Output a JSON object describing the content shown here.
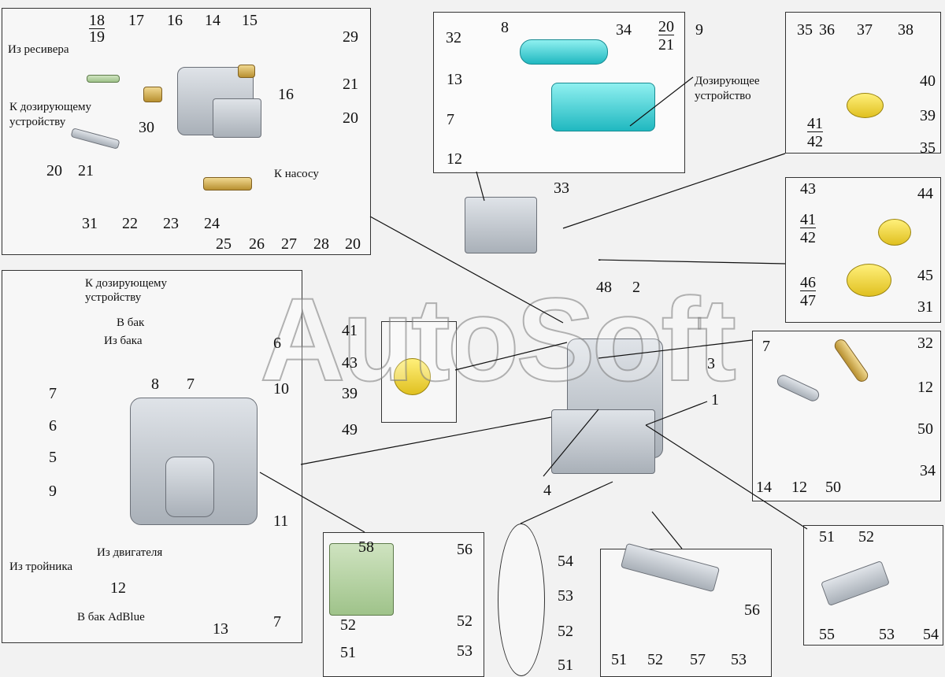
{
  "watermark": "AutoSoft",
  "panel_receiver": {
    "labels": [
      "18",
      "19",
      "17",
      "16",
      "14",
      "15",
      "29",
      "16",
      "21",
      "20",
      "30",
      "20",
      "21",
      "31",
      "22",
      "23",
      "24",
      "25",
      "26",
      "27",
      "28",
      "20"
    ],
    "from_receiver": "Из ресивера",
    "to_doser_1": "К дозирующему",
    "to_doser_2": "устройству",
    "to_pump": "К насосу"
  },
  "panel_doser": {
    "labels": [
      "32",
      "8",
      "34",
      "20",
      "21",
      "9",
      "13",
      "7",
      "12",
      "33"
    ],
    "doser_1": "Дозирующее",
    "doser_2": "устройство"
  },
  "panel_clamp_top": {
    "labels": [
      "35",
      "36",
      "37",
      "38",
      "40",
      "41",
      "42",
      "39",
      "35"
    ]
  },
  "panel_clamp_mid": {
    "labels": [
      "43",
      "44",
      "41",
      "42",
      "45",
      "46",
      "47",
      "31"
    ]
  },
  "panel_pump": {
    "labels": [
      "6",
      "8",
      "7",
      "10",
      "7",
      "6",
      "5",
      "9",
      "11",
      "12",
      "13",
      "7"
    ],
    "to_doser_1": "К дозирующему",
    "to_doser_2": "устройству",
    "to_tank": "В бак",
    "from_tank": "Из бака",
    "from_engine": "Из двигателя",
    "from_tee": "Из тройника",
    "to_adblue": "В бак AdBlue"
  },
  "panel_small_clamp": {
    "labels": [
      "41",
      "43",
      "39",
      "49"
    ]
  },
  "panel_hoses": {
    "labels": [
      "7",
      "32",
      "12",
      "50",
      "14",
      "12",
      "50",
      "34"
    ]
  },
  "panel_bracket": {
    "labels": [
      "58",
      "56",
      "52",
      "52",
      "53",
      "51"
    ]
  },
  "panel_bolt": {
    "labels": [
      "54",
      "53",
      "52",
      "51"
    ]
  },
  "panel_support": {
    "labels": [
      "56",
      "51",
      "52",
      "57",
      "53"
    ]
  },
  "panel_plate": {
    "labels": [
      "51",
      "52",
      "55",
      "53",
      "54"
    ]
  },
  "main_labels": [
    "2",
    "3",
    "1",
    "4",
    "48"
  ]
}
